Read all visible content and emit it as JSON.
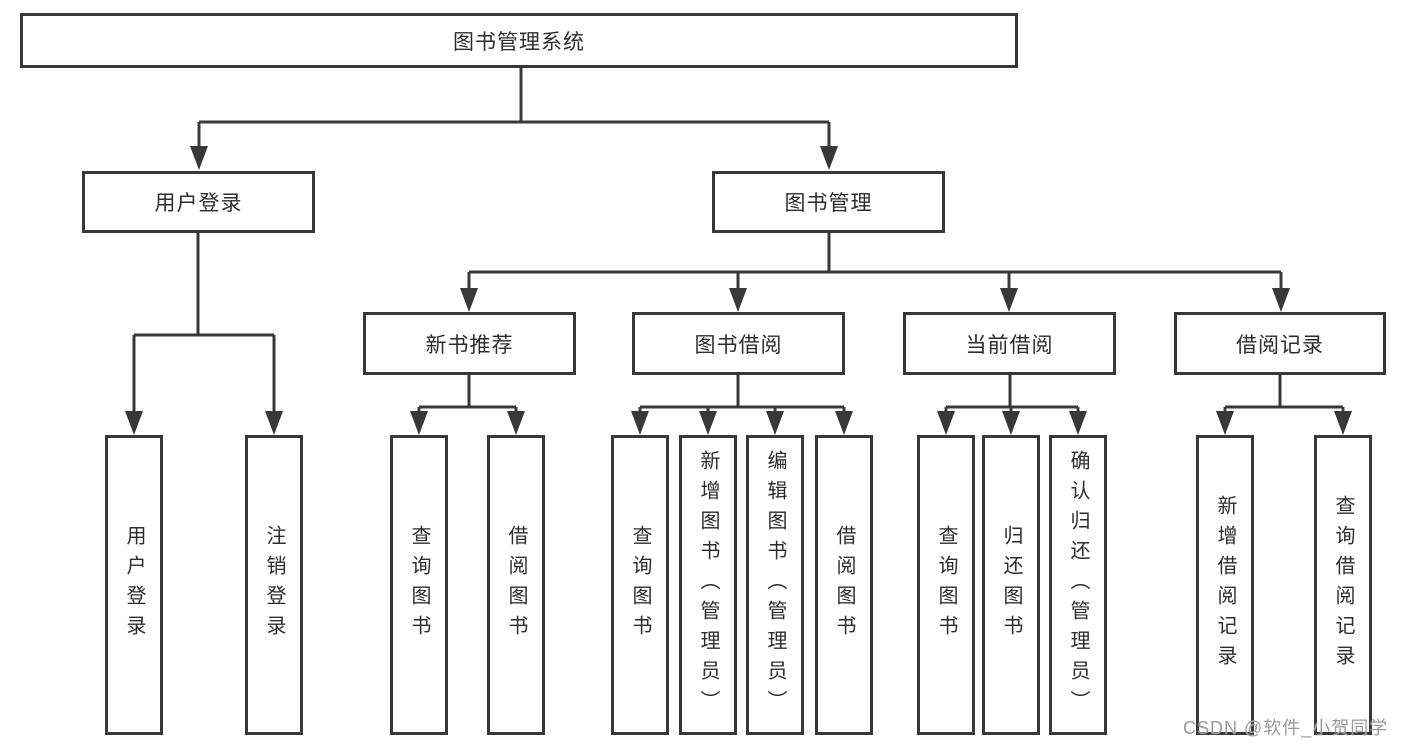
{
  "nodes": {
    "root": "图书管理系统",
    "user_login": "用户登录",
    "book_mgmt": "图书管理",
    "new_book_rec": "新书推荐",
    "book_borrow": "图书借阅",
    "current_borrow": "当前借阅",
    "borrow_record": "借阅记录",
    "ul_login": "用户登录",
    "ul_logout": "注销登录",
    "nb_query": "查询图书",
    "nb_borrow": "借阅图书",
    "bb_query": "查询图书",
    "bb_add": "新增图书（管理员）",
    "bb_edit": "编辑图书（管理员）",
    "bb_borrow": "借阅图书",
    "cb_query": "查询图书",
    "cb_return": "归还图书",
    "cb_confirm": "确认归还（管理员）",
    "br_add": "新增借阅记录",
    "br_query": "查询借阅记录"
  },
  "hierarchy": {
    "图书管理系统": [
      "用户登录",
      "图书管理"
    ],
    "用户登录": [
      "用户登录",
      "注销登录"
    ],
    "图书管理": [
      "新书推荐",
      "图书借阅",
      "当前借阅",
      "借阅记录"
    ],
    "新书推荐": [
      "查询图书",
      "借阅图书"
    ],
    "图书借阅": [
      "查询图书",
      "新增图书（管理员）",
      "编辑图书（管理员）",
      "借阅图书"
    ],
    "当前借阅": [
      "查询图书",
      "归还图书",
      "确认归还（管理员）"
    ],
    "借阅记录": [
      "新增借阅记录",
      "查询借阅记录"
    ]
  },
  "watermark": "CSDN @软件_小贺同学",
  "colors": {
    "line": "#383838",
    "box_border": "#383838",
    "box_fill": "#ffffff",
    "text": "#2d2d2d",
    "watermark": "#9a9a9a",
    "background": "#ffffff"
  }
}
